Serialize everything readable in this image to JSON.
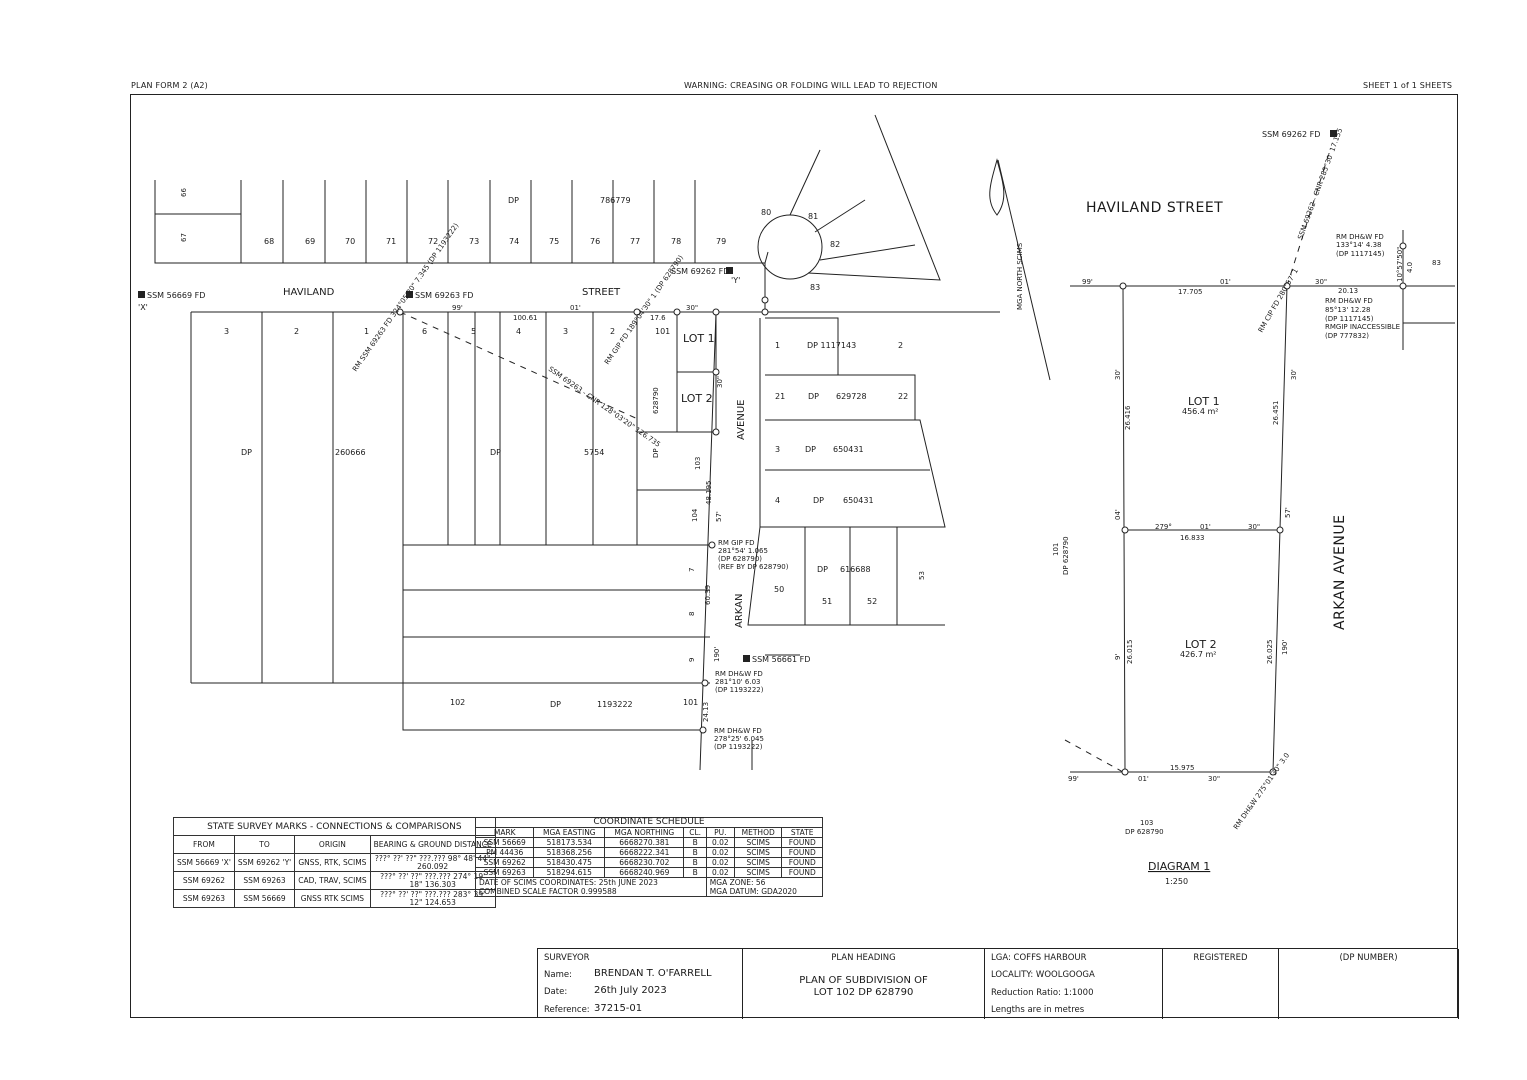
{
  "header": {
    "form": "PLAN FORM 2 (A2)",
    "warning": "WARNING: CREASING OR FOLDING WILL LEAD TO REJECTION",
    "sheet": "SHEET 1 of 1 SHEETS"
  },
  "plan": {
    "streets": {
      "haviland_1": "HAVILAND",
      "haviland_2": "STREET",
      "arkan": "ARKAN",
      "avenue": "AVENUE"
    },
    "marks": {
      "ssm56669": "SSM 56669 FD",
      "ssm56669_id": "'X'",
      "ssm69263": "SSM 69263 FD",
      "ssm69262": "SSM 69262 FD",
      "ssm69262_id": "'Y'",
      "ssm56661": "SSM 56661 FD",
      "rm_gip_1": "RM GIP FD",
      "rm_gip_2": "281°54' 1.065",
      "rm_gip_3": "(DP 628790)",
      "rm_gip_4": "(REF BY DP 628790)",
      "rm_dhw1_1": "RM DH&W FD",
      "rm_dhw1_2": "281°10' 6.03",
      "rm_dhw1_3": "(DP 1193222)",
      "rm_dhw2_1": "RM DH&W FD",
      "rm_dhw2_2": "278°25' 6.045",
      "rm_dhw2_3": "(DP 1193222)",
      "rot_ssm69263": "RM SSM 69263 FD 324°05'20\" 7.345 (DP 1193222)",
      "rot_cnr": "SSM 69263 - CNR 128°03'20\" 126.735",
      "rot_gip": "RM GIP FD 189°04'30\" 1 (DP 628790)"
    },
    "dims": {
      "b99": "99'",
      "b01": "01'",
      "d10061": "100.61",
      "d176": "17.6",
      "b30a": "30\"",
      "b30b": "30\"",
      "d4819": "48.195",
      "b57": "57'",
      "d6039": "60.39",
      "b190": "190'",
      "d2413": "24.13"
    },
    "lots_top": [
      "66",
      "67",
      "68",
      "69",
      "70",
      "71",
      "72",
      "73",
      "74",
      "75",
      "76",
      "77",
      "78",
      "79",
      "80",
      "81",
      "82",
      "83"
    ],
    "dp_786779": "DP",
    "dp_786779_num": "786779",
    "lots_left": [
      "3",
      "2",
      "1",
      "6",
      "5",
      "4",
      "3",
      "2",
      "101"
    ],
    "dp_260666": "DP",
    "dp_260666_num": "260666",
    "dp_5754": "DP",
    "dp_5754_num": "5754",
    "dp_628790_v": "628790",
    "dp_v": "DP",
    "lot103": "103",
    "lot104": "104",
    "lot1": "LOT 1",
    "lot2": "LOT 2",
    "right_lots": {
      "l1": "1",
      "dp1117143": "DP 1117143",
      "l2": "2",
      "l21": "21",
      "dp629728a": "DP",
      "dp629728b": "629728",
      "l22": "22",
      "l3": "3",
      "dp650431a": "DP",
      "dp650431b": "650431",
      "l4": "4",
      "dp650431c": "DP",
      "dp650431d": "650431",
      "l50": "50",
      "dp616688a": "DP",
      "dp616688b": "616688",
      "l51": "51",
      "l52": "52",
      "l53": "53"
    },
    "bottom_lots": {
      "l7": "7",
      "l8": "8",
      "l9": "9",
      "l102": "102",
      "dp_a": "DP",
      "dp_b": "1193222",
      "l101": "101"
    },
    "north": "MGA NORTH SCIMS"
  },
  "diagram": {
    "street": "HAVILAND STREET",
    "avenue": "ARKAN AVENUE",
    "ssm_top": "SSM 69262 FD",
    "ssm_cnr": "SSM 69262 - CNR 285°30' 17.155",
    "rm1_a": "RM DH&W FD",
    "rm1_b": "133°14' 4.38",
    "rm1_c": "(DP 1117145)",
    "l83": "83",
    "d4": "4.0",
    "b5750": "10°57'50\"",
    "d2013": "20.13",
    "rm2_a": "RM DH&W FD",
    "rm2_b": "85°13' 12.28",
    "rm2_c": "(DP 1117145)",
    "rm2_d": "RMGIP INACCESSIBLE",
    "rm2_e": "(DP 777832)",
    "top_b99": "99'",
    "top_b01": "01'",
    "top_b30": "30\"",
    "top_d": "17.705",
    "rm_cip": "RM CIP FD 280°57' 1",
    "lot1": "LOT 1",
    "lot1_area": "456.4 m²",
    "lot2": "LOT 2",
    "lot2_area": "426.7 m²",
    "l_30": "30'",
    "l_26416": "26.416",
    "r_30": "30'",
    "r_26451": "26.451",
    "l_04": "04'",
    "r_57": "57'",
    "mid_b": "279°",
    "mid_01": "01'",
    "mid_30": "30\"",
    "mid_d": "16.833",
    "l_9": "9'",
    "l_26015": "26.015",
    "r_26025": "26.025",
    "r_190": "190'",
    "dp101": "101",
    "dp101b": "DP 628790",
    "bot_b99": "99'",
    "bot_b01": "01'",
    "bot_b30": "30\"",
    "bot_d": "15.975",
    "rm_bot": "RM DH&W 275°01'30\" 3.0",
    "dp103": "103",
    "dp103b": "DP 628790",
    "title": "DIAGRAM 1",
    "scale": "1:250"
  },
  "ssm_table": {
    "caption": "STATE SURVEY MARKS - CONNECTIONS & COMPARISONS",
    "headers": [
      "FROM",
      "TO",
      "ORIGIN",
      "BEARING & GROUND DISTANCE"
    ],
    "rows": [
      [
        "SSM 56669 'X'",
        "SSM 69262 'Y'",
        "GNSS, RTK, SCIMS",
        "???° ??' ??\" ???.??? 98° 48' 44\" 260.092"
      ],
      [
        "SSM 69262",
        "SSM 69263",
        "CAD, TRAV, SCIMS",
        "???° ??' ??\" ???.??? 274° 19' 18\" 136.303"
      ],
      [
        "SSM 69263",
        "SSM 56669",
        "GNSS RTK SCIMS",
        "???° ??' ??\" ???.??? 283° 39' 12\" 124.653"
      ]
    ]
  },
  "coord_table": {
    "caption": "COORDINATE SCHEDULE",
    "headers": [
      "MARK",
      "MGA EASTING",
      "MGA NORTHING",
      "CL.",
      "PU.",
      "METHOD",
      "STATE"
    ],
    "rows": [
      [
        "SSM 56669",
        "518173.534",
        "6668270.381",
        "B",
        "0.02",
        "SCIMS",
        "FOUND"
      ],
      [
        "PM 44436",
        "518368.256",
        "6668222.341",
        "B",
        "0.02",
        "SCIMS",
        "FOUND"
      ],
      [
        "SSM 69262",
        "518430.475",
        "6668230.702",
        "B",
        "0.02",
        "SCIMS",
        "FOUND"
      ],
      [
        "SSM 69263",
        "518294.615",
        "6668240.969",
        "B",
        "0.02",
        "SCIMS",
        "FOUND"
      ]
    ],
    "foot1a": "DATE OF SCIMS COORDINATES: 25th JUNE 2023",
    "foot1b": "MGA ZONE: 56",
    "foot2a": "COMBINED SCALE FACTOR 0.999588",
    "foot2b": "MGA DATUM: GDA2020"
  },
  "title_block": {
    "surveyor_label": "SURVEYOR",
    "name_label": "Name:",
    "name": "BRENDAN T. O'FARRELL",
    "date_label": "Date:",
    "date": "26th July 2023",
    "ref_label": "Reference:",
    "ref": "37215-01",
    "plan_heading_label": "PLAN HEADING",
    "plan_heading_1": "PLAN OF SUBDIVISION OF",
    "plan_heading_2": "LOT 102 DP 628790",
    "lga": "LGA: COFFS HARBOUR",
    "locality": "LOCALITY: WOOLGOOGA",
    "reduction": "Reduction Ratio: 1:1000",
    "lengths": "Lengths are in metres",
    "registered": "REGISTERED",
    "dp_number": "(DP NUMBER)"
  }
}
